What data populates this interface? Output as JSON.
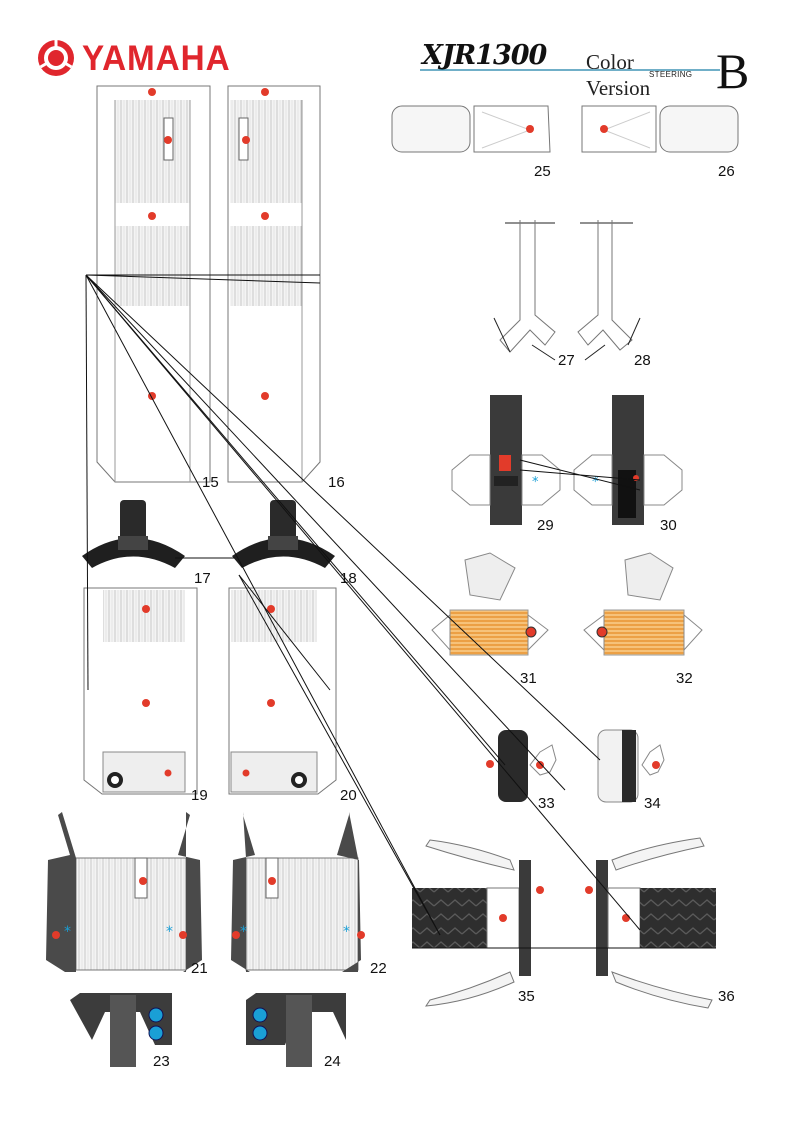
{
  "header": {
    "brand": "YAMAHA",
    "model": "XJR1300",
    "color_label": "Color",
    "version_label": "Version",
    "section_label": "STEERING",
    "sheet_letter": "B"
  },
  "colors": {
    "brand_red": "#e0262d",
    "dot_red": "#e23b2a",
    "dark_grey": "#3c3c3c",
    "orange": "#f2a23c",
    "blue": "#1a9fd6"
  },
  "part_numbers": {
    "p15": "15",
    "p16": "16",
    "p17": "17",
    "p18": "18",
    "p19": "19",
    "p20": "20",
    "p21": "21",
    "p22": "22",
    "p23": "23",
    "p24": "24",
    "p25": "25",
    "p26": "26",
    "p27": "27",
    "p28": "28",
    "p29": "29",
    "p30": "30",
    "p31": "31",
    "p32": "32",
    "p33": "33",
    "p34": "34",
    "p35": "35",
    "p36": "36"
  }
}
